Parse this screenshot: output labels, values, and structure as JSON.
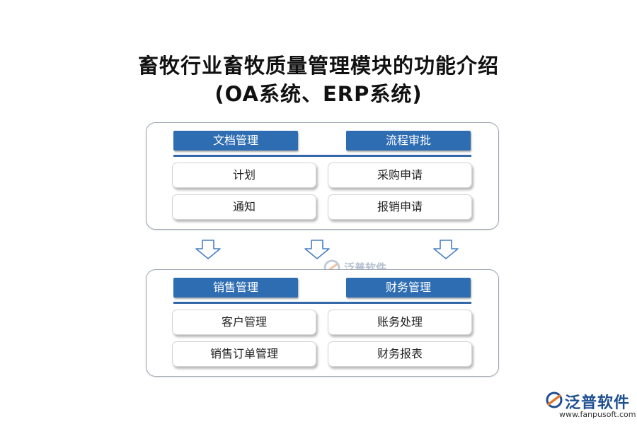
{
  "title": {
    "line1": "畜牧行业畜牧质量管理模块的功能介绍",
    "line2": "(OA系统、ERP系统)"
  },
  "top_panel": {
    "headers": [
      "文档管理",
      "流程审批"
    ],
    "left_items": [
      "计划",
      "通知"
    ],
    "right_items": [
      "采购申请",
      "报销申请"
    ]
  },
  "bottom_panel": {
    "headers": [
      "销售管理",
      "财务管理"
    ],
    "left_items": [
      "客户管理",
      "销售订单管理"
    ],
    "right_items": [
      "账务处理",
      "财务报表"
    ]
  },
  "watermark": {
    "text": "泛普软件"
  },
  "logo": {
    "name": "泛普软件",
    "url": "www.fanpusoft.com",
    "color": "#1d4f91"
  },
  "colors": {
    "header_bg": "#2e6db2",
    "divider": "#3468a8",
    "arrow_stroke": "#4a7fc1"
  }
}
